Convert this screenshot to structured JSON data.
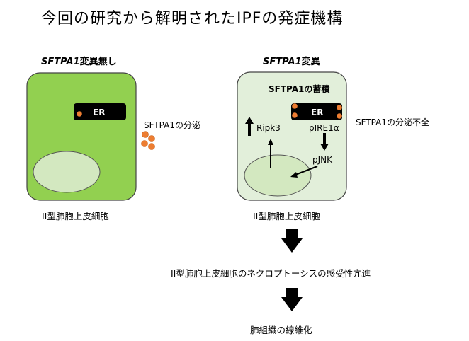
{
  "title": "今回の研究から解明されたIPFの発症機構",
  "left_panel": {
    "header_gene": "SFTPA1",
    "header_suffix": "変異無し",
    "er_label": "ER",
    "secretion_label": "SFTPA1の分泌",
    "cell_label": "II型肺胞上皮細胞",
    "colors": {
      "cell_fill": "#92d050",
      "nucleus_fill": "#d3e8c0",
      "dot": "#ed7d31"
    }
  },
  "right_panel": {
    "header_gene": "SFTPA1",
    "header_suffix": "変異",
    "accumulation_gene": "SFTPA1",
    "accumulation_suffix": "の蓄積",
    "er_label": "ER",
    "ripk3_label": "Ripk3",
    "pire1a_label": "pIRE1α",
    "pjnk_label": "pJNK",
    "secretion_label": "SFTPA1の分泌不全",
    "cell_label": "II型肺胞上皮細胞",
    "colors": {
      "cell_fill": "#e2efda",
      "nucleus_fill": "#d3e8c0",
      "dot": "#ed7d31"
    }
  },
  "flow": {
    "step1": "II型肺胞上皮細胞のネクロプトーシスの感受性亢進",
    "step2": "肺組織の線維化"
  }
}
